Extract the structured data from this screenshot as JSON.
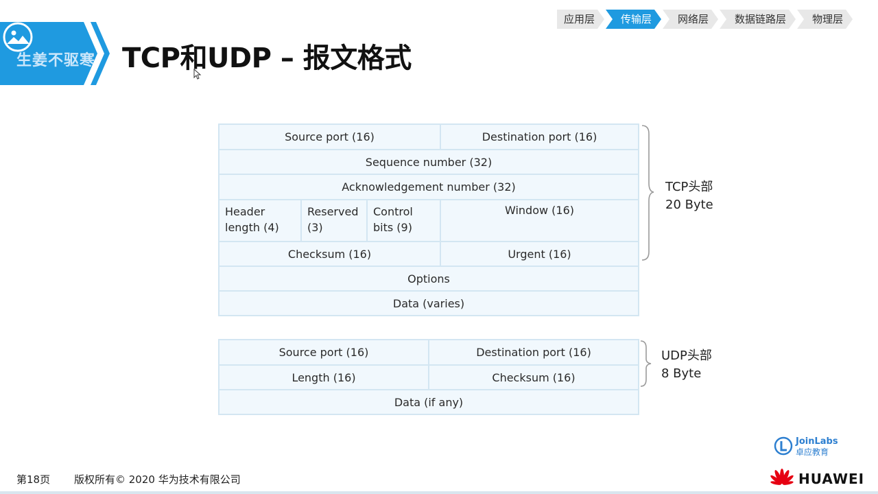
{
  "header": {
    "title": "TCP和UDP – 报文格式",
    "badge_watermark": "生姜不驱寒"
  },
  "nav": {
    "items": [
      {
        "label": "应用层",
        "active": false
      },
      {
        "label": "传输层",
        "active": true
      },
      {
        "label": "网络层",
        "active": false
      },
      {
        "label": "数据链路层",
        "active": false
      },
      {
        "label": "物理层",
        "active": false
      }
    ]
  },
  "tcp_table": {
    "source_port": "Source port (16)",
    "destination_port": "Destination port (16)",
    "sequence_number": "Sequence number (32)",
    "ack_number": "Acknowledgement number (32)",
    "header_length": "Header length (4)",
    "reserved": "Reserved (3)",
    "control_bits": "Control bits (9)",
    "window": "Window (16)",
    "checksum": "Checksum (16)",
    "urgent": "Urgent (16)",
    "options": "Options",
    "data": "Data (varies)",
    "brace_label_line1": "TCP头部",
    "brace_label_line2": "20 Byte"
  },
  "udp_table": {
    "source_port": "Source port (16)",
    "destination_port": "Destination port (16)",
    "length": "Length (16)",
    "checksum": "Checksum (16)",
    "data": "Data (if any)",
    "brace_label_line1": "UDP头部",
    "brace_label_line2": "8 Byte"
  },
  "footer": {
    "page": "第18页",
    "copyright": "版权所有© 2020 华为技术有限公司",
    "joinlabs_en": "JoinLabs",
    "joinlabs_cn": "卓应教育",
    "brand": "HUAWEI"
  },
  "colors": {
    "accent": "#1f9ae0",
    "table_bg": "#f1f8fd",
    "table_border": "#d3e6f2",
    "huawei_red": "#e60012"
  }
}
